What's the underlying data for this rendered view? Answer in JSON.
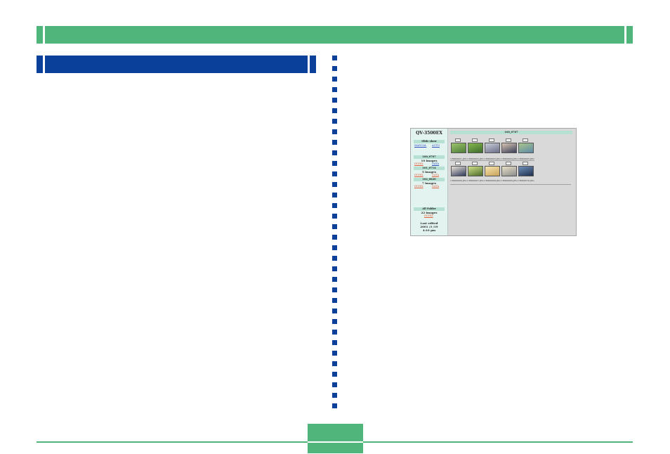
{
  "colors": {
    "header_green": "#4fb57a",
    "section_blue": "#0a3f9a",
    "divider_blue": "#0a3f9a"
  },
  "screenshot": {
    "model": "QV-3500EX",
    "slide_show_label": "Slide show",
    "manual_link": "MANUAL",
    "auto_link": "AUTO",
    "folders": [
      {
        "name": "100_0707",
        "count": "10 images",
        "index": "INDEX",
        "data": "DATA"
      },
      {
        "name": "101_0714",
        "count": "5 images",
        "index": "INDEX",
        "data": "DATA"
      },
      {
        "name": "102_0820",
        "count": "7 images",
        "index": "INDEX",
        "data": "DATA"
      }
    ],
    "all_folder": {
      "label": "All Folder",
      "count": "22 images",
      "index": "INDEX"
    },
    "last_edited": {
      "label": "Last edited",
      "date": "2001 /3 /19",
      "time": "4:10 pm"
    },
    "current_folder": "100_0707",
    "files_row1": [
      "CIMG0001.JPG",
      "CIMG0002.JPG",
      "CIMG0003.JPG",
      "CIMG0004.JPG",
      "CIMG0005.JPG"
    ],
    "files_row2": [
      "CIMG0006.JPG",
      "CIMG0007.JPG",
      "CIMG0008.JPG",
      "CIMG0009.JPG",
      "CIMG0010.JPG"
    ],
    "icons_row1": [
      "camera-icon",
      "camera-icon",
      "face-icon",
      "face-icon",
      "camera-icon"
    ],
    "icons_row2": [
      "camera-icon",
      "camera-icon",
      "landscape-icon",
      "camera-icon",
      "moon-icon"
    ]
  }
}
